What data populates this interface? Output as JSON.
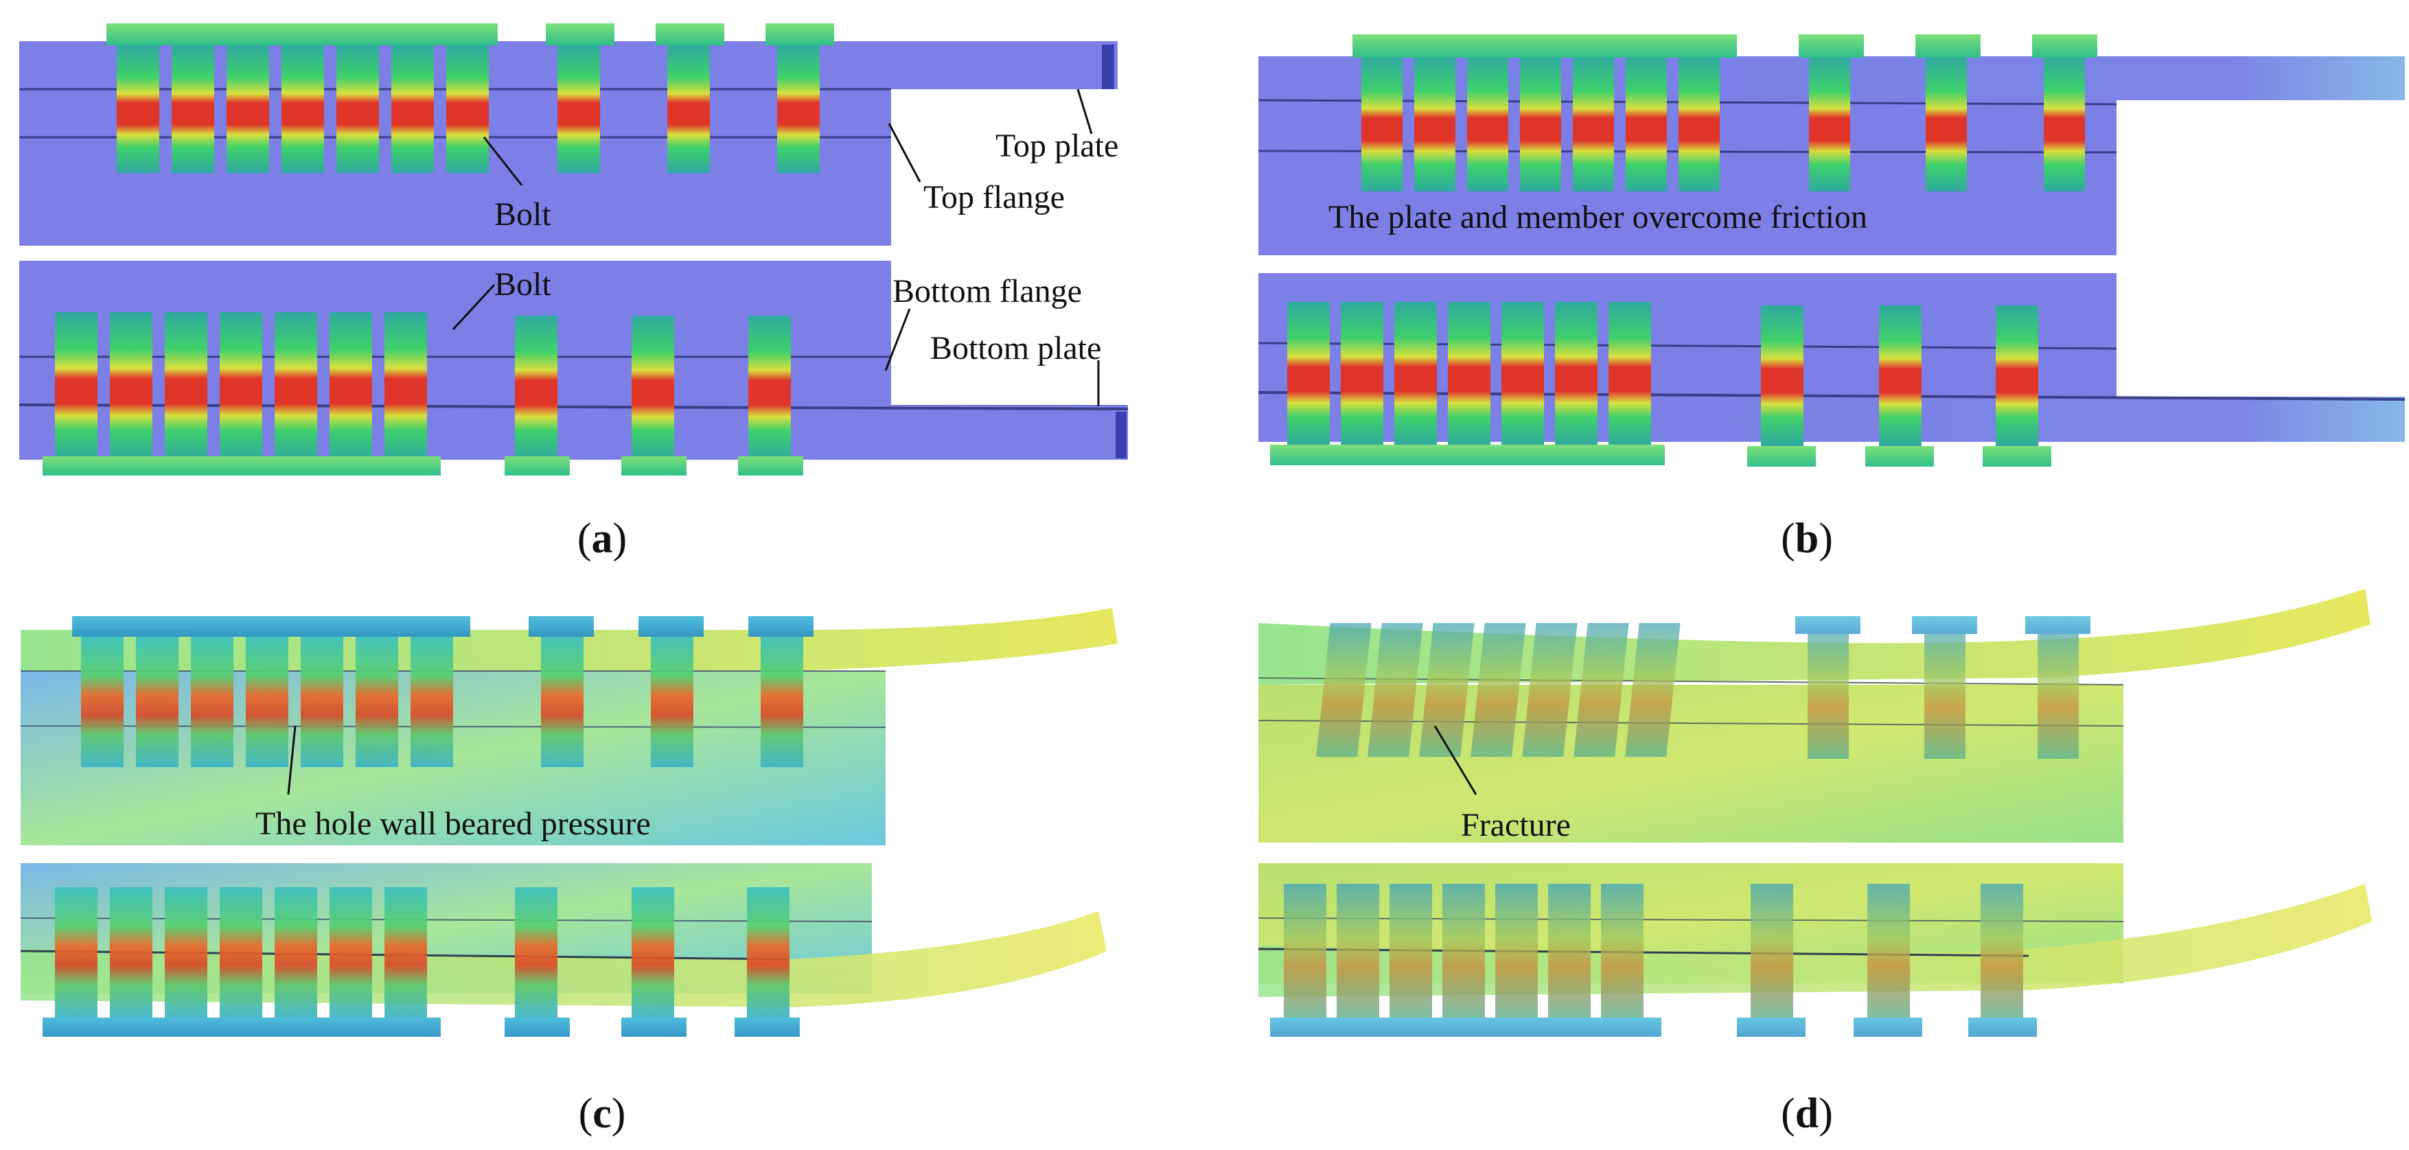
{
  "panels": [
    {
      "id": "a",
      "caption": "a",
      "annotations": [
        "Bolt",
        "Top plate",
        "Top flange",
        "Bolt",
        "Bottom flange",
        "Bottom plate"
      ]
    },
    {
      "id": "b",
      "caption": "b",
      "annotations": [
        "The plate and member overcome friction"
      ]
    },
    {
      "id": "c",
      "caption": "c",
      "annotations": [
        "The hole wall beared pressure"
      ]
    },
    {
      "id": "d",
      "caption": "d",
      "annotations": [
        "Fracture"
      ]
    }
  ],
  "colors": {
    "plate_blue": "#7b7fe6",
    "plate_green": "#a8e69a",
    "stress_red": "#e0362a",
    "stress_green": "#3fd06a",
    "stress_cyan": "#45c4c8",
    "stress_yellow": "#e6e64a"
  }
}
